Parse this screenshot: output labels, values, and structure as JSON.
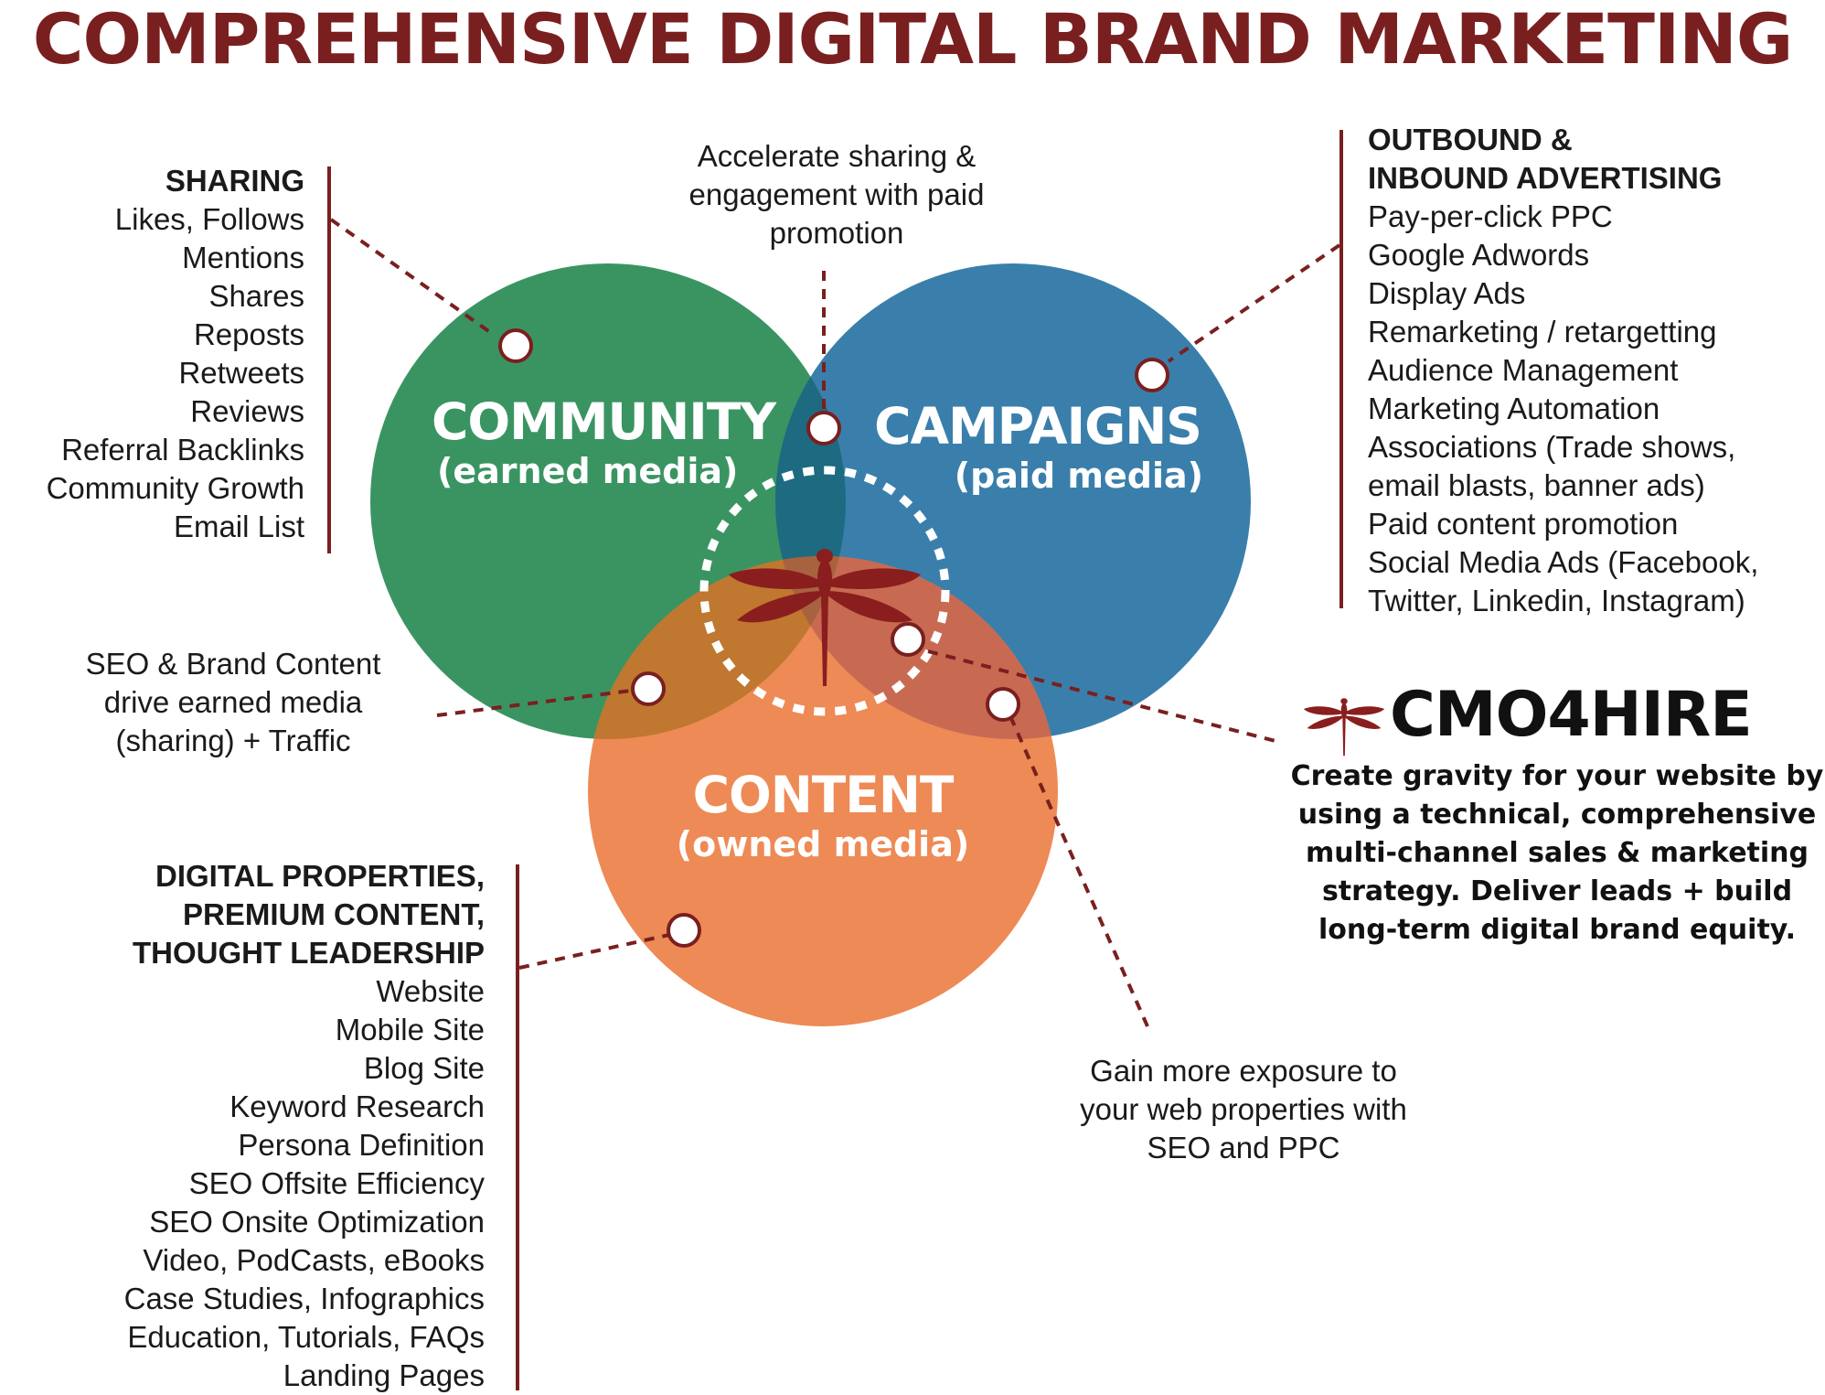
{
  "title": "COMPREHENSIVE DIGITAL BRAND MARKETING",
  "colors": {
    "title": "#7a1f1f",
    "accent": "#7a1f1f",
    "community": "#3a9462",
    "campaigns": "#3a7fab",
    "content": "#ee8a55",
    "overlap_top": "#1e6a80",
    "overlap_left": "#c0772f",
    "overlap_right": "#c86a52"
  },
  "circles": {
    "community": {
      "title": "COMMUNITY",
      "subtitle": "(earned media)"
    },
    "campaigns": {
      "title": "CAMPAIGNS",
      "subtitle": "(paid media)"
    },
    "content": {
      "title": "CONTENT",
      "subtitle": "(owned media)"
    }
  },
  "sharing": {
    "heading": "SHARING",
    "items": [
      "Likes, Follows",
      "Mentions",
      "Shares",
      "Reposts",
      "Retweets",
      "Reviews",
      "Referral Backlinks",
      "Community Growth",
      "Email List"
    ]
  },
  "advertising": {
    "heading_line1": "OUTBOUND &",
    "heading_line2": "INBOUND ADVERTISING",
    "items": [
      "Pay-per-click PPC",
      "Google Adwords",
      "Display Ads",
      "Remarketing / retargetting",
      "Audience Management",
      "Marketing Automation",
      "Associations (Trade shows,",
      "email blasts, banner ads)",
      "Paid content promotion",
      "Social Media Ads (Facebook,",
      "Twitter, Linkedin, Instagram)"
    ]
  },
  "properties": {
    "heading_line1": "DIGITAL PROPERTIES,",
    "heading_line2": "PREMIUM CONTENT,",
    "heading_line3": "THOUGHT LEADERSHIP",
    "items": [
      "Website",
      "Mobile Site",
      "Blog Site",
      "Keyword Research",
      "Persona Definition",
      "SEO Offsite Efficiency",
      "SEO Onsite Optimization",
      "Video, PodCasts, eBooks",
      "Case Studies, Infographics",
      "Education, Tutorials, FAQs",
      "Landing Pages"
    ]
  },
  "annotations": {
    "accelerate": [
      "Accelerate sharing &",
      "engagement with paid",
      "promotion"
    ],
    "seo_brand": [
      "SEO & Brand Content",
      "drive earned media",
      "(sharing) + Traffic"
    ],
    "exposure": [
      "Gain more exposure to",
      "your web properties with",
      "SEO and PPC"
    ]
  },
  "brand": {
    "name": "CMO4HIRE",
    "logo_icon": "dragonfly-icon",
    "description": "Create gravity for your website by using a technical, comprehensive multi-channel sales & marketing strategy. Deliver leads + build long-term digital brand equity."
  }
}
